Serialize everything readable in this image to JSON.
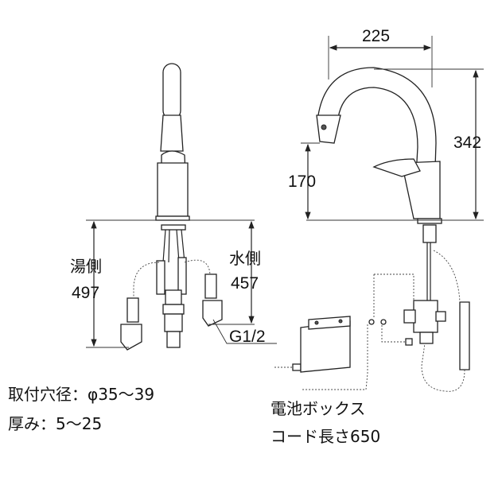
{
  "dimensions": {
    "width": "225",
    "height": "342",
    "spout_height": "170",
    "hot_side_label": "湯側",
    "hot_side_length": "497",
    "cold_side_label": "水側",
    "cold_side_length": "457",
    "thread": "G1/2"
  },
  "notes": {
    "hole_diameter": "取付穴径：φ35～39",
    "thickness": "厚み：5～25",
    "battery_box": "電池ボックス",
    "cord_length": "コード長さ650"
  }
}
